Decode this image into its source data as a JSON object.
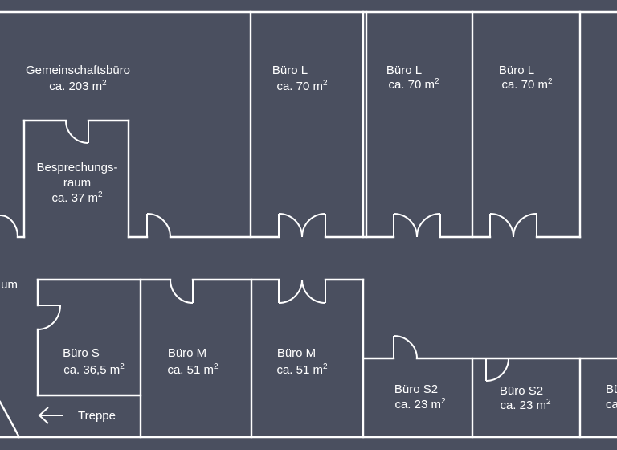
{
  "colors": {
    "background": "#4a4f5f",
    "walls": "#ffffff",
    "text": "#ffffff"
  },
  "unit_superscript": "2",
  "rooms": [
    {
      "id": "gemeinschaftsbuero",
      "name": "Gemeinschaftsbüro",
      "area": "ca. 203 m"
    },
    {
      "id": "besprechungsraum",
      "name_line1": "Besprechungs-",
      "name_line2": "raum",
      "area": "ca. 37 m"
    },
    {
      "id": "buero-l-1",
      "name": "Büro L",
      "area": "ca. 70 m"
    },
    {
      "id": "buero-l-2",
      "name": "Büro L",
      "area": "ca. 70 m"
    },
    {
      "id": "buero-l-3",
      "name": "Büro L",
      "area": "ca. 70 m"
    },
    {
      "id": "partial-left",
      "name": "um"
    },
    {
      "id": "buero-s",
      "name": "Büro S",
      "area": "ca. 36,5 m"
    },
    {
      "id": "buero-m-1",
      "name": "Büro M",
      "area": "ca. 51 m"
    },
    {
      "id": "buero-m-2",
      "name": "Büro M",
      "area": "ca. 51 m"
    },
    {
      "id": "buero-s2-1",
      "name": "Büro S2",
      "area": "ca. 23 m"
    },
    {
      "id": "buero-s2-2",
      "name": "Büro S2",
      "area": "ca. 23 m"
    },
    {
      "id": "partial-right",
      "name": "Bü",
      "area": "ca"
    }
  ],
  "stairs": {
    "label": "Treppe",
    "arrow_icon": "arrow-left-icon"
  }
}
